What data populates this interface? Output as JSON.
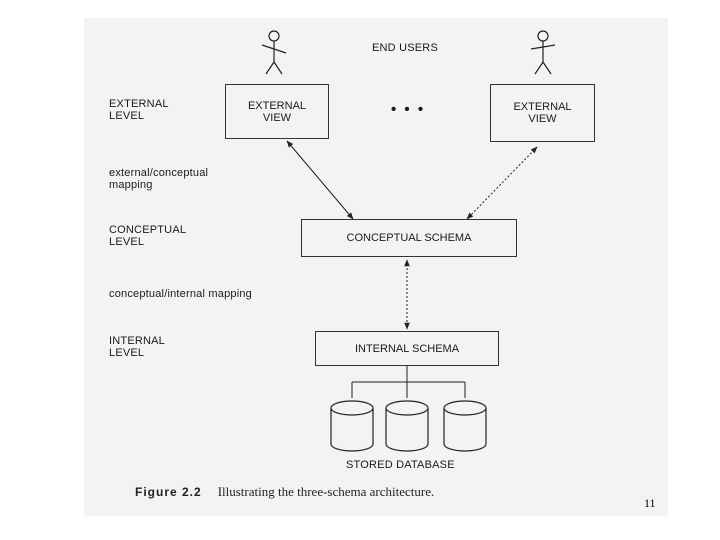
{
  "diagram": {
    "top_label": "END USERS",
    "levels": {
      "external": [
        "EXTERNAL",
        "LEVEL"
      ],
      "mapping_ext_conc": [
        "external/conceptual",
        "mapping"
      ],
      "conceptual": [
        "CONCEPTUAL",
        "LEVEL"
      ],
      "mapping_conc_int": "conceptual/internal mapping",
      "internal": [
        "INTERNAL",
        "LEVEL"
      ]
    },
    "external_view_left": [
      "EXTERNAL",
      "VIEW"
    ],
    "external_view_right": [
      "EXTERNAL",
      "VIEW"
    ],
    "ellipsis": "• • •",
    "conceptual_schema": "CONCEPTUAL SCHEMA",
    "internal_schema": "INTERNAL SCHEMA",
    "stored_database": "STORED DATABASE"
  },
  "caption": {
    "figure_label": "Figure 2.2",
    "text": "Illustrating the three-schema architecture."
  },
  "page_number": "11"
}
